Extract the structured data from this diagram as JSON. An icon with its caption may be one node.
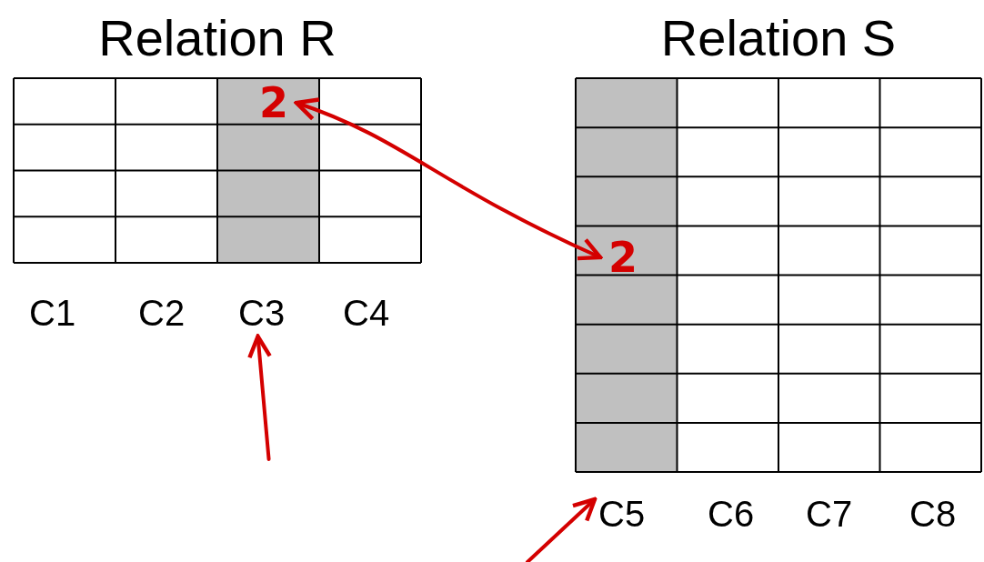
{
  "diagram": {
    "nodes": [
      {
        "text": [
          "Relation R"
        ]
      },
      {
        "text": [
          "2"
        ],
        "in": 0
      },
      {
        "text": [
          "C3"
        ]
      },
      {
        "text": [
          "Relation S"
        ]
      },
      {
        "text": [
          "2"
        ],
        "in": 3
      },
      {
        "text": [
          "C5"
        ]
      }
    ],
    "edges": [
      {
        "from": 1,
        "to": 4,
        "arrow": "both"
      },
      {
        "from": null,
        "to": 2,
        "arrow": "to"
      },
      {
        "from": null,
        "to": 5,
        "arrow": "to"
      }
    ],
    "labels": [
      "C1",
      "C2",
      "C4",
      "C6",
      "C7",
      "C8"
    ]
  }
}
